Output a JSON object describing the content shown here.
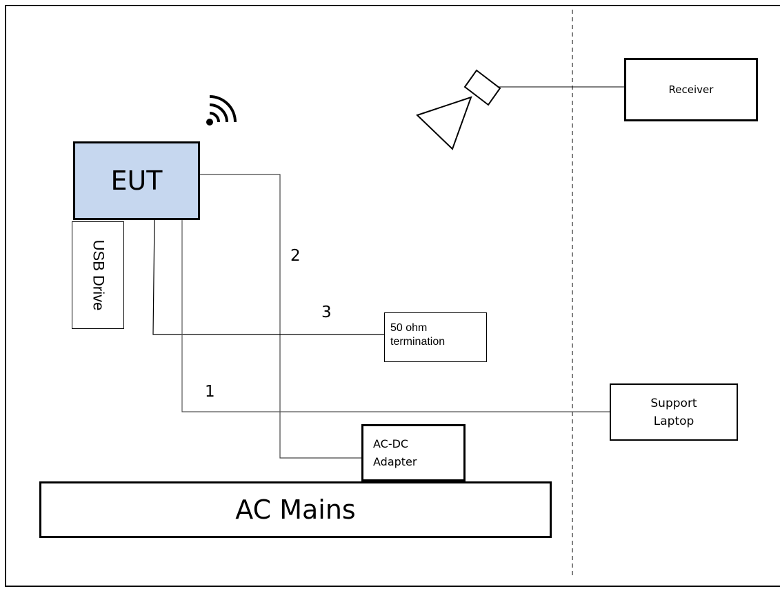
{
  "diagram": {
    "eut_label": "EUT",
    "usb_drive_label": "USB Drive",
    "termination_label": "50 ohm\ntermination",
    "support_laptop_label": "Support\nLaptop",
    "adapter_label": "AC-DC\nAdapter",
    "mains_label": "AC Mains",
    "receiver_label": "Receiver",
    "cable_labels": {
      "cable_1": "1",
      "cable_2": "2",
      "cable_3": "3"
    }
  },
  "icons": [
    "wifi-icon",
    "antenna-icon"
  ]
}
